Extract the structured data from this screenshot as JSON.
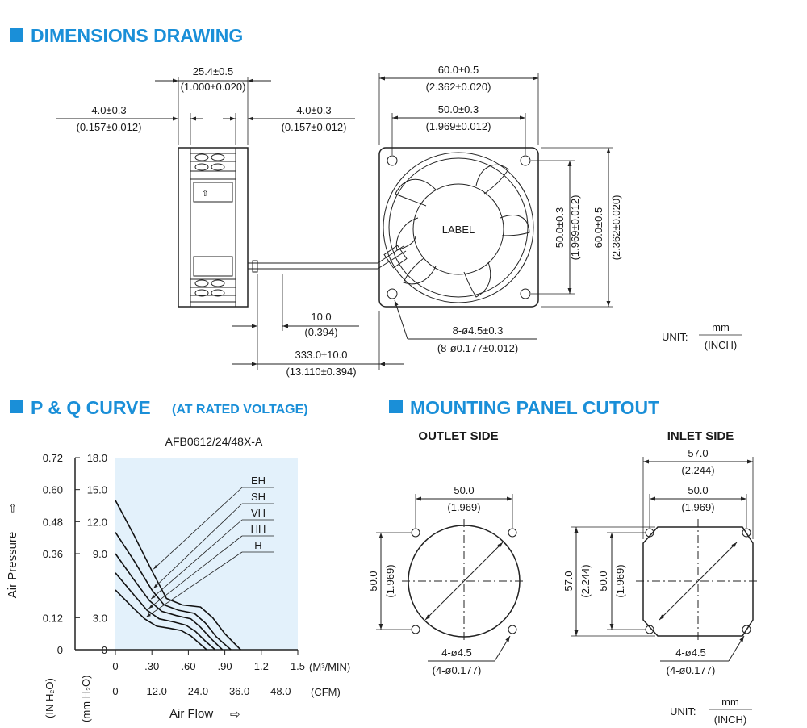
{
  "sections": {
    "dimensions": "DIMENSIONS DRAWING",
    "pq_curve": "P & Q CURVE",
    "pq_sub": "(AT RATED VOLTAGE)",
    "cutout": "MOUNTING PANEL CUTOUT"
  },
  "dims": {
    "depth_mm": "25.4±0.5",
    "depth_in": "(1.000±0.020)",
    "rim_left_mm": "4.0±0.3",
    "rim_left_in": "(0.157±0.012)",
    "rim_right_mm": "4.0±0.3",
    "rim_right_in": "(0.157±0.012)",
    "width_mm": "60.0±0.5",
    "width_in": "(2.362±0.020)",
    "hole_mm": "50.0±0.3",
    "hole_in": "(1.969±0.012)",
    "vhole_mm": "50.0±0.3",
    "vhole_in": "(1.969±0.012)",
    "height_mm": "60.0±0.5",
    "height_in": "(2.362±0.020)",
    "strip_mm": "10.0",
    "strip_in": "(0.394)",
    "lead_mm": "333.0±10.0",
    "lead_in": "(13.110±0.394)",
    "holes_mm": "8-ø4.5±0.3",
    "holes_in": "(8-ø0.177±0.012)",
    "label": "LABEL",
    "unit_label": "UNIT:",
    "unit_mm": "mm",
    "unit_in": "(INCH)"
  },
  "chart_data": {
    "type": "line",
    "title": "AFB0612/24/48X-A",
    "xlabel": "Air Flow",
    "ylabel": "Air Pressure",
    "x_unit_top": "(M³/MIN)",
    "x_unit_bottom": "(CFM)",
    "y_unit_left": "(IN H₂O)",
    "y_unit_right": "(mm H₂O)",
    "x_ticks_m3": [
      "0",
      ".30",
      ".60",
      ".90",
      "1.2",
      "1.5"
    ],
    "x_ticks_cfm": [
      "0",
      "12.0",
      "24.0",
      "36.0",
      "48.0"
    ],
    "y_ticks_mm": [
      "18.0",
      "15.0",
      "12.0",
      "9.0",
      "3.0",
      "0"
    ],
    "y_ticks_in": [
      "0.72",
      "0.60",
      "0.48",
      "0.36",
      "0.12",
      "0"
    ],
    "xlim": [
      0,
      1.5
    ],
    "ylim": [
      0,
      18
    ],
    "series": [
      {
        "name": "EH",
        "x": [
          0,
          0.15,
          0.3,
          0.42,
          0.55,
          0.7,
          0.8,
          0.9,
          1.03
        ],
        "y": [
          14.0,
          10.8,
          7.4,
          4.8,
          4.2,
          4.0,
          3.0,
          1.5,
          0
        ]
      },
      {
        "name": "SH",
        "x": [
          0,
          0.15,
          0.3,
          0.4,
          0.52,
          0.65,
          0.74,
          0.83,
          0.95
        ],
        "y": [
          11.0,
          8.4,
          5.6,
          4.2,
          3.7,
          3.4,
          2.5,
          1.2,
          0
        ]
      },
      {
        "name": "VH",
        "x": [
          0,
          0.15,
          0.28,
          0.38,
          0.5,
          0.62,
          0.7,
          0.79,
          0.88
        ],
        "y": [
          9.0,
          6.6,
          4.6,
          3.6,
          3.2,
          2.9,
          2.1,
          1.0,
          0
        ]
      },
      {
        "name": "HH",
        "x": [
          0,
          0.14,
          0.26,
          0.36,
          0.48,
          0.58,
          0.66,
          0.74,
          0.82
        ],
        "y": [
          7.2,
          5.3,
          3.7,
          2.9,
          2.6,
          2.3,
          1.7,
          0.8,
          0
        ]
      },
      {
        "name": "H",
        "x": [
          0,
          0.13,
          0.24,
          0.34,
          0.45,
          0.54,
          0.62,
          0.69,
          0.75
        ],
        "y": [
          5.6,
          4.1,
          2.9,
          2.2,
          2.0,
          1.8,
          1.3,
          0.6,
          0
        ]
      }
    ],
    "grid": false,
    "legend": "callout labels top-right"
  },
  "cutout": {
    "outlet_title": "OUTLET SIDE",
    "inlet_title": "INLET SIDE",
    "out_w_mm": "50.0",
    "out_w_in": "(1.969)",
    "out_h_mm": "50.0",
    "out_h_in": "(1.969)",
    "out_holes_mm": "4-ø4.5",
    "out_holes_in": "(4-ø0.177)",
    "in_w57_mm": "57.0",
    "in_w57_in": "(2.244)",
    "in_w50_mm": "50.0",
    "in_w50_in": "(1.969)",
    "in_h57_mm": "57.0",
    "in_h57_in": "(2.244)",
    "in_h50_mm": "50.0",
    "in_h50_in": "(1.969)",
    "in_holes_mm": "4-ø4.5",
    "in_holes_in": "(4-ø0.177)",
    "unit_label": "UNIT:",
    "unit_mm": "mm",
    "unit_in": "(INCH)"
  }
}
